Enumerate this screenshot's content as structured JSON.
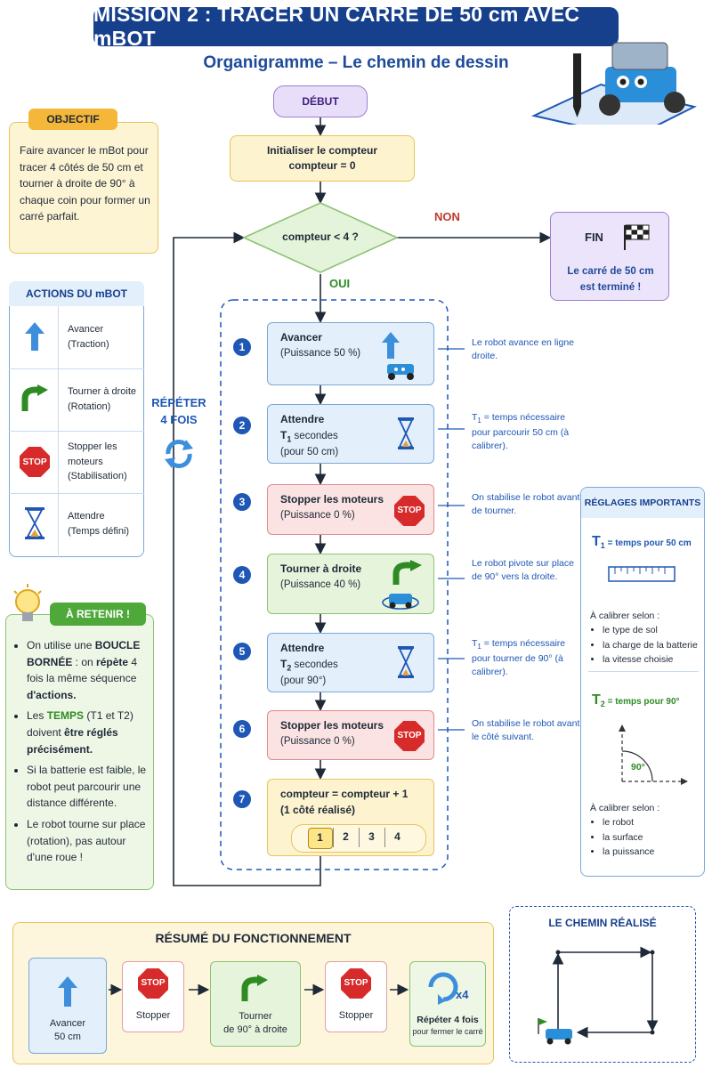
{
  "header": {
    "title": "MISSION 2 : TRACER UN CARRÉ DE 50 cm AVEC mBOT",
    "subtitle": "Organigramme – Le chemin de dessin"
  },
  "flow": {
    "start": "DÉBUT",
    "init_line1": "Initialiser le compteur",
    "init_line2": "compteur = 0",
    "condition": "compteur < 4 ?",
    "no_label": "NON",
    "yes_label": "OUI",
    "end_title": "FIN",
    "end_line1": "Le carré de 50 cm",
    "end_line2": "est terminé !",
    "repeat_line1": "RÉPÉTER",
    "repeat_line2": "4 FOIS",
    "steps": [
      {
        "num": "1",
        "title": "Avancer",
        "detail": "(Puissance 50 %)",
        "note": "Le robot avance en ligne droite."
      },
      {
        "num": "2",
        "title": "Attendre",
        "t_base": "T",
        "t_sub": "1",
        "t_rest": " secondes",
        "detail": "(pour 50 cm)",
        "note_t": "T",
        "note_sub": "1",
        "note": " = temps nécessaire pour parcourir 50 cm (à calibrer)."
      },
      {
        "num": "3",
        "title": "Stopper les moteurs",
        "detail": "(Puissance 0 %)",
        "note": "On stabilise le robot avant de tourner."
      },
      {
        "num": "4",
        "title": "Tourner à droite",
        "detail": "(Puissance 40 %)",
        "note": "Le robot pivote sur place de 90° vers la droite."
      },
      {
        "num": "5",
        "title": "Attendre",
        "t_base": "T",
        "t_sub": "2",
        "t_rest": " secondes",
        "detail": "(pour 90°)",
        "note_t": "T",
        "note_sub": "1",
        "note": " = temps nécessaire pour tourner de 90° (à calibrer)."
      },
      {
        "num": "6",
        "title": "Stopper les moteurs",
        "detail": "(Puissance 0 %)",
        "note": "On stabilise le robot avant le côté suivant."
      },
      {
        "num": "7",
        "title": "compteur = compteur + 1",
        "detail": "(1 côté réalisé)"
      }
    ],
    "counter_cells": [
      "1",
      "2",
      "3",
      "4"
    ],
    "stop_text": "STOP"
  },
  "objective": {
    "title": "OBJECTIF",
    "text": "Faire avancer le mBot pour tracer 4 côtés de 50 cm et tourner à droite de 90° à chaque coin pour former un carré parfait."
  },
  "actions": {
    "title": "ACTIONS DU mBOT",
    "items": [
      {
        "icon": "up-arrow-icon",
        "line1": "Avancer",
        "line2": "(Traction)"
      },
      {
        "icon": "turn-right-arrow-icon",
        "line1": "Tourner à droite",
        "line2": "(Rotation)"
      },
      {
        "icon": "stop-sign-icon",
        "line1": "Stopper les",
        "line2": "moteurs",
        "line3": "(Stabilisation)"
      },
      {
        "icon": "hourglass-icon",
        "line1": "Attendre",
        "line2": "(Temps défini)"
      }
    ]
  },
  "remember": {
    "title": "À RETENIR !",
    "bullets": [
      {
        "a": "On utilise une ",
        "b": "BOUCLE BORNÉE",
        "c": " : on ",
        "d": "répète",
        "e": " 4 fois la même séquence ",
        "f": "d'actions."
      },
      {
        "a": "Les ",
        "b": "TEMPS",
        "c": " (T1 et T2) doivent ",
        "d": "être réglés précisément."
      },
      {
        "a": "Si la batterie est faible, le robot peut parcourir une distance différente."
      },
      {
        "a": "Le robot tourne sur place (rotation), pas autour d'une roue !"
      }
    ]
  },
  "settings": {
    "title": "RÉGLAGES IMPORTANTS",
    "t1_base": "T",
    "t1_sub": "1",
    "t1_label": " = temps pour 50 cm",
    "calibrate": "À calibrer selon :",
    "t1_items": [
      "le type de sol",
      "la charge de la batterie",
      "la vitesse choisie"
    ],
    "t2_base": "T",
    "t2_sub": "2",
    "t2_label": " = temps pour 90°",
    "angle": "90°",
    "t2_items": [
      "le robot",
      "la surface",
      "la puissance"
    ]
  },
  "summary": {
    "title": "RÉSUMÉ DU FONCTIONNEMENT",
    "cards": [
      {
        "line1": "Avancer",
        "line2": "50 cm"
      },
      {
        "line1": "Stopper"
      },
      {
        "line1": "Tourner",
        "line2": "de 90° à droite"
      },
      {
        "line1": "Stopper"
      },
      {
        "line1": "Répéter 4 fois",
        "line2": "pour fermer le carré"
      }
    ],
    "x4": "x4"
  },
  "path": {
    "title": "LE CHEMIN RÉALISÉ"
  },
  "colors": {
    "navy": "#163f8c",
    "blue": "#1e57b5",
    "green": "#2e8b23",
    "red": "#d72b2b",
    "orange": "#f5a623"
  }
}
